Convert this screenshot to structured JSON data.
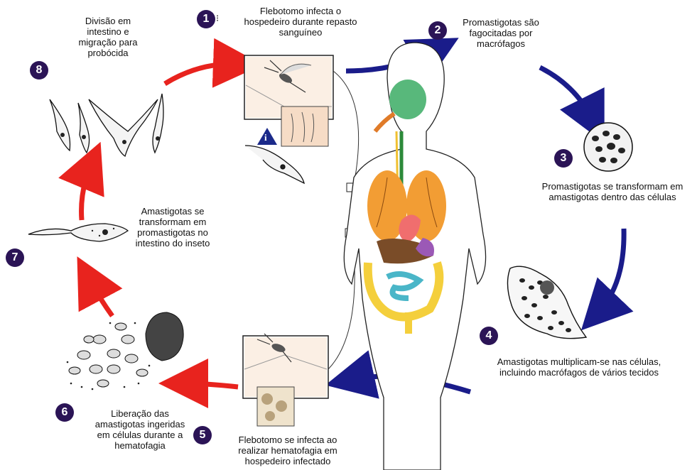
{
  "colors": {
    "host_arrow": "#1a1c8a",
    "vector_arrow": "#e8231e",
    "step_badge": "#2b1456",
    "info_badge": "#1b2a8a"
  },
  "steps": [
    {
      "number": "1",
      "lines": [
        "Flebotomo infecta o",
        "hospedeiro durante repasto",
        "sanguíneo"
      ]
    },
    {
      "number": "2",
      "lines": [
        "Promastigotas são",
        "fagocitadas por",
        "macrófagos"
      ]
    },
    {
      "number": "3",
      "lines": [
        "Promastigotas se transformam em",
        "amastigotas dentro das células"
      ]
    },
    {
      "number": "4",
      "lines": [
        "Amastigotas multiplicam-se nas células,",
        "incluindo macrófagos de vários tecidos"
      ]
    },
    {
      "number": "5",
      "lines": [
        "Flebotomo se infecta ao",
        "realizar hematofagia em",
        "hospedeiro infectado"
      ]
    },
    {
      "number": "6",
      "lines": [
        "Liberação das",
        "amastigotas ingeridas",
        "em células durante a",
        "hematofagia"
      ]
    },
    {
      "number": "7",
      "lines": [
        "Amastigotas se",
        "transformam em",
        "promastigotas no",
        "intestino do inseto"
      ]
    },
    {
      "number": "8",
      "lines": [
        "Divisão em",
        "intestino e",
        "migração para",
        "probócida"
      ]
    }
  ],
  "marker_1_suffix": "⁝",
  "info_badge": "i"
}
